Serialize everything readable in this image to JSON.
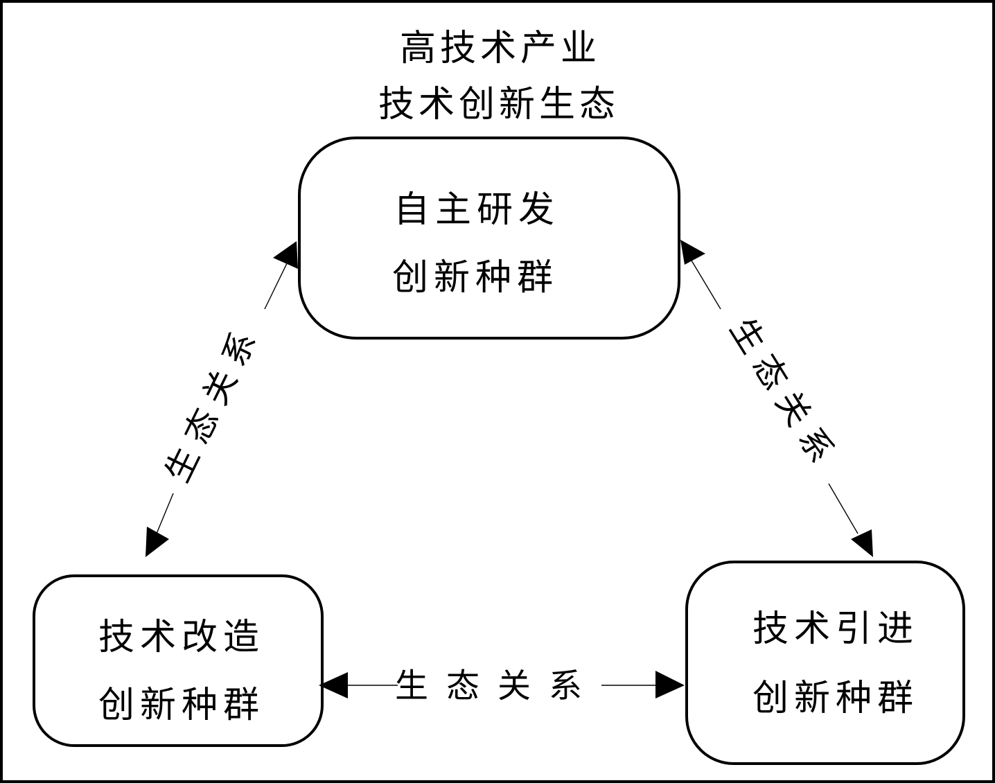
{
  "title": {
    "line1": "高技术产业",
    "line2": "技术创新生态"
  },
  "nodes": {
    "top": {
      "line1": "自主研发",
      "line2": "创新种群"
    },
    "bottom_left": {
      "line1": "技术改造",
      "line2": "创新种群"
    },
    "bottom_right": {
      "line1": "技术引进",
      "line2": "创新种群"
    }
  },
  "relations": {
    "left": "生态关系",
    "right": "生态关系",
    "bottom": "生态关系"
  }
}
